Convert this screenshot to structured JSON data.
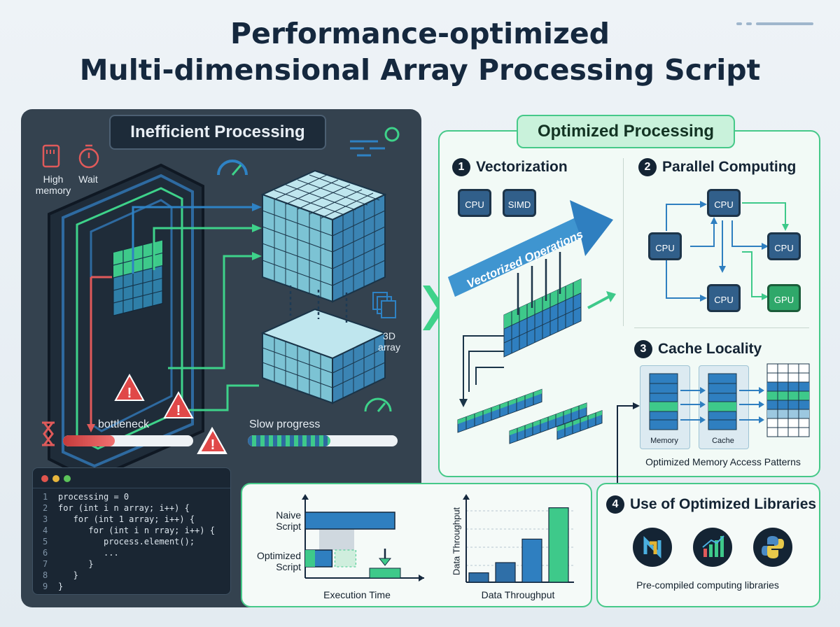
{
  "title": {
    "line1": "Performance-optimized",
    "line2": "Multi-dimensional Array Processing Script"
  },
  "inefficient": {
    "badge": "Inefficient Processing",
    "high_memory": "High memory",
    "wait": "Wait",
    "bottleneck": "bottleneck",
    "slow_progress": "Slow progress",
    "array_label": "3D array",
    "bottleneck_bar_fill": 0.4,
    "slow_progress_bar_fill": 0.55
  },
  "code": {
    "lines": [
      {
        "n": "1",
        "text": "processing = 0"
      },
      {
        "n": "2",
        "text": "for (int i n array; i++) {"
      },
      {
        "n": "3",
        "text": "   for (int 1 array; i++) {"
      },
      {
        "n": "4",
        "text": "      for (int i n rray; i++) {"
      },
      {
        "n": "5",
        "text": "         process.element();"
      },
      {
        "n": "6",
        "text": "         ..."
      },
      {
        "n": "7",
        "text": "      }"
      },
      {
        "n": "8",
        "text": "   }"
      },
      {
        "n": "9",
        "text": "}"
      }
    ]
  },
  "optimized": {
    "badge": "Optimized Processing",
    "vectorization": {
      "num": "1",
      "title": "Vectorization",
      "chip_cpu": "CPU",
      "chip_simd": "SIMD",
      "arrow": "Vectorized Operations"
    },
    "parallel": {
      "num": "2",
      "title": "Parallel Computing",
      "cpu": "CPU",
      "gpu": "GPU"
    },
    "cache": {
      "num": "3",
      "title": "Cache Locality",
      "memory": "Memory",
      "cache": "Cache",
      "caption": "Optimized Memory Access Patterns"
    },
    "libraries": {
      "num": "4",
      "title": "Use of Optimized Libraries",
      "caption": "Pre-compiled computing libraries"
    }
  },
  "charts": {
    "time": {
      "naive_label": "Naive Script",
      "optimized_label": "Optimized Script",
      "xlabel": "Execution Time"
    },
    "throughput": {
      "ylabel": "Data Throughput",
      "xlabel": "Data Throughput"
    }
  },
  "chart_data": [
    {
      "type": "bar",
      "orientation": "horizontal",
      "categories": [
        "Naive Script",
        "Optimized Script"
      ],
      "values": [
        1.0,
        0.3
      ],
      "xlabel": "Execution Time"
    },
    {
      "type": "bar",
      "categories": [
        "",
        "",
        "",
        ""
      ],
      "values": [
        0.12,
        0.25,
        0.55,
        0.95
      ],
      "ylabel": "Data Throughput",
      "xlabel": "Data Throughput"
    }
  ],
  "colors": {
    "navy": "#15283e",
    "green": "#46c989",
    "blue": "#2f6fa8",
    "red": "#d64545"
  }
}
